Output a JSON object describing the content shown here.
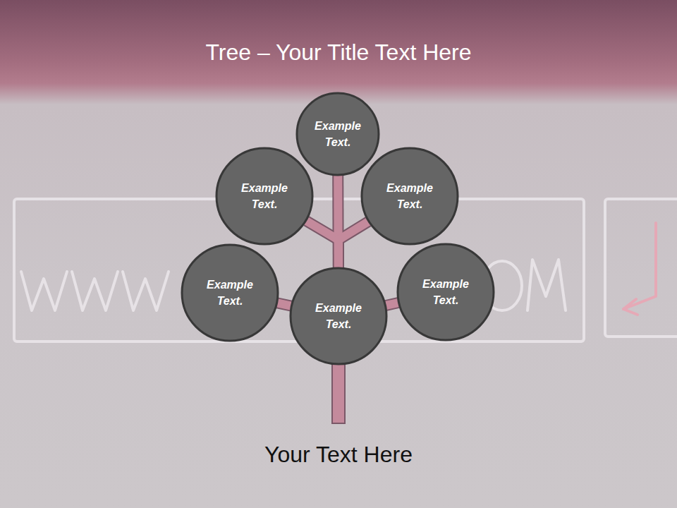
{
  "diagram": {
    "title": "Tree – Your Title Text Here",
    "caption": "Your Text Here",
    "nodes": [
      {
        "text": [
          "Example Text."
        ]
      },
      {
        "text": [
          "Example Text."
        ]
      },
      {
        "text": [
          "Example Text."
        ]
      },
      {
        "text": [
          "Example Text."
        ]
      },
      {
        "text": [
          "Example Text."
        ]
      },
      {
        "text": [
          "Example Text."
        ]
      }
    ],
    "edges": [
      {
        "from": 4,
        "to": 0,
        "arrow": "none"
      },
      {
        "from": 4,
        "to": 1,
        "arrow": "none"
      },
      {
        "from": 4,
        "to": 2,
        "arrow": "none"
      },
      {
        "from": 4,
        "to": 3,
        "arrow": "none"
      },
      {
        "from": 4,
        "to": 5,
        "arrow": "none"
      }
    ]
  }
}
